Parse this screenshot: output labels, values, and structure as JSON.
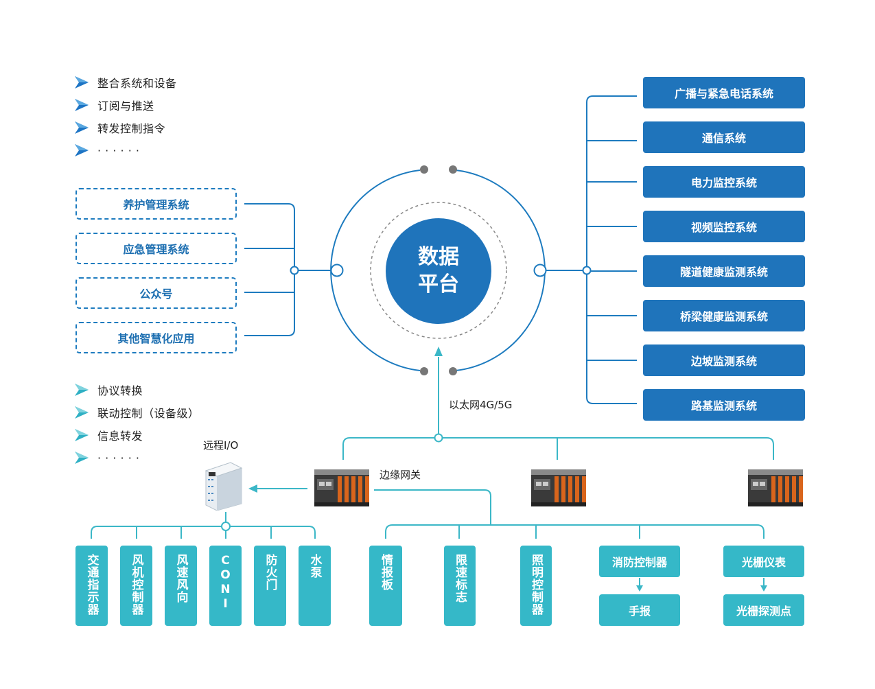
{
  "top_features": [
    "整合系统和设备",
    "订阅与推送",
    "转发控制指令",
    "· · · · · ·"
  ],
  "bottom_features": [
    "协议转换",
    "联动控制（设备级）",
    "信息转发",
    "· · · · · ·"
  ],
  "applications": [
    "养护管理系统",
    "应急管理系统",
    "公众号",
    "其他智慧化应用"
  ],
  "center": {
    "line1": "数据",
    "line2": "平台"
  },
  "systems": [
    "广播与紧急电话系统",
    "通信系统",
    "电力监控系统",
    "视频监控系统",
    "隧道健康监测系统",
    "桥梁健康监测系统",
    "边坡监测系统",
    "路基监测系统"
  ],
  "network_label": "以太网4G/5G",
  "gateway_label": "边缘网关",
  "remote_io_label": "远程I/O",
  "io_devices": [
    "交通指示器",
    "风机控制器",
    "风速风向",
    "CONI",
    "防火门",
    "水泵"
  ],
  "gateway_devices": [
    "情报板",
    "限速标志",
    "照明控制器"
  ],
  "fire": {
    "top": "消防控制器",
    "bottom": "手报"
  },
  "grating": {
    "top": "光栅仪表",
    "bottom": "光栅探测点"
  },
  "colors": {
    "blue": "#1f74bb",
    "cyan": "#35b8c8",
    "line_blue": "#1d7bbf",
    "line_cyan": "#3bb7c7"
  }
}
